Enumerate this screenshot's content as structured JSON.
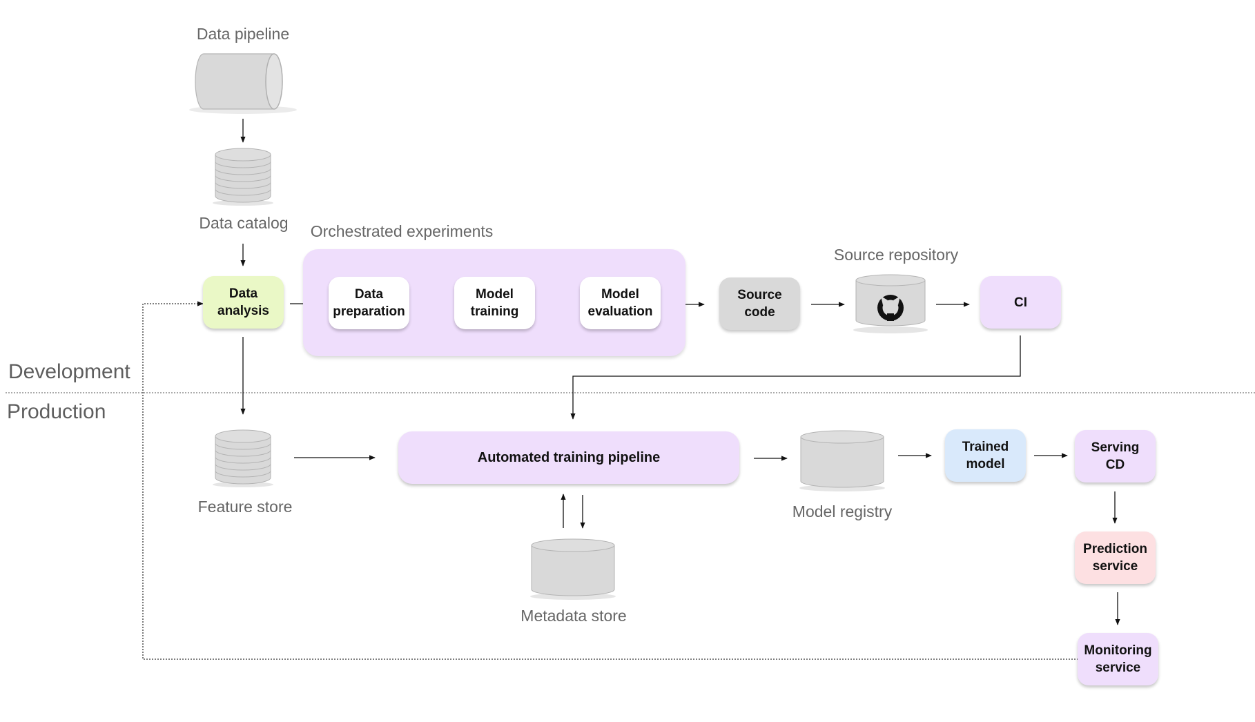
{
  "lanes": {
    "development": "Development",
    "production": "Production"
  },
  "labels": {
    "data_pipeline": "Data pipeline",
    "data_catalog": "Data catalog",
    "orchestrated_experiments": "Orchestrated experiments",
    "source_repository": "Source repository",
    "feature_store": "Feature store",
    "metadata_store": "Metadata store",
    "model_registry": "Model registry"
  },
  "nodes": {
    "data_analysis": {
      "label": "Data\nanalysis",
      "color": "#eaf8c6"
    },
    "data_preparation": {
      "label": "Data\npreparation",
      "color": "#ffffff"
    },
    "model_training": {
      "label": "Model\ntraining",
      "color": "#ffffff"
    },
    "model_evaluation": {
      "label": "Model\nevaluation",
      "color": "#ffffff"
    },
    "source_code": {
      "label": "Source\ncode",
      "color": "#d9d9d9"
    },
    "ci": {
      "label": "CI",
      "color": "#efdefc"
    },
    "automated_training_pipeline": {
      "label": "Automated training pipeline",
      "color": "#efdefc"
    },
    "trained_model": {
      "label": "Trained\nmodel",
      "color": "#d9e9fb"
    },
    "serving_cd": {
      "label": "Serving\nCD",
      "color": "#efdefc"
    },
    "prediction_service": {
      "label": "Prediction\nservice",
      "color": "#fde0e2"
    },
    "monitoring_service": {
      "label": "Monitoring\nservice",
      "color": "#efdefc"
    }
  },
  "icons": {
    "source_repository": "github-icon"
  },
  "colors": {
    "group_fill": "#efdefc",
    "storage_gray": "#d9d9d9"
  }
}
